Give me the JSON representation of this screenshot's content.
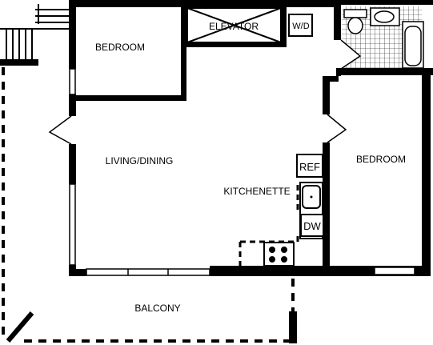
{
  "rooms": {
    "bedroom_left": "BEDROOM",
    "elevator": "ELEVATOR",
    "washer_dryer": "W/D",
    "living_dining": "LIVING/DINING",
    "kitchenette": "KITCHENETTE",
    "bedroom_right": "BEDROOM",
    "balcony": "BALCONY"
  },
  "fixtures": {
    "refrigerator": "REF",
    "dishwasher": "DW"
  },
  "colors": {
    "wall": "#000000",
    "background": "#ffffff"
  }
}
